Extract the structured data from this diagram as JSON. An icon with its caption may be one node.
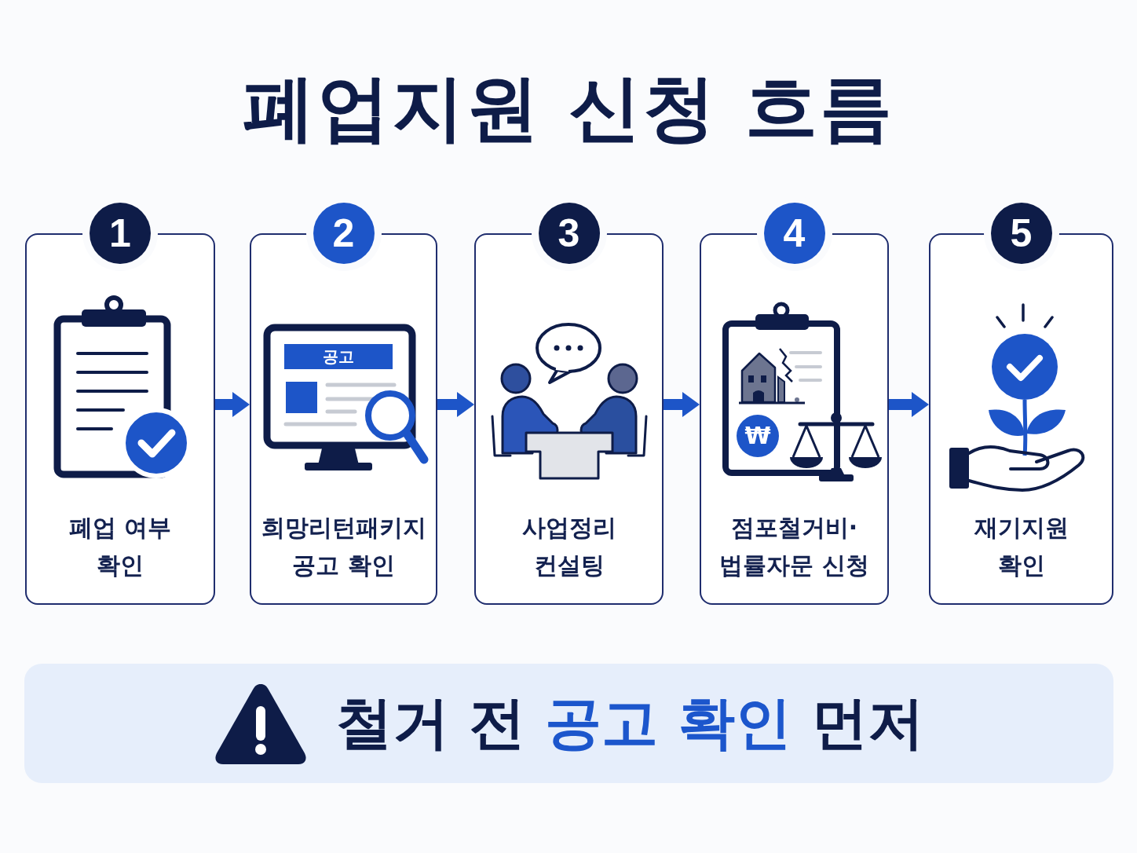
{
  "diagram": {
    "title": "폐업지원 신청 흐름",
    "nodes": [
      {
        "text": [
          "1",
          "폐업 여부 확인"
        ]
      },
      {
        "text": [
          "2",
          "공고",
          "희망리턴패키지 공고 확인"
        ]
      },
      {
        "text": [
          "3",
          "사업정리 컨설팅"
        ]
      },
      {
        "text": [
          "4",
          "₩",
          "점포철거비· 법률자문 신청"
        ]
      },
      {
        "text": [
          "5",
          "재기지원 확인"
        ]
      },
      {
        "text": [
          "철거 전 **공고 확인** 먼저"
        ]
      }
    ],
    "edges": [
      {
        "from": 0,
        "to": 1,
        "arrow": "to"
      },
      {
        "from": 1,
        "to": 2,
        "arrow": "to"
      },
      {
        "from": 2,
        "to": 3,
        "arrow": "to"
      },
      {
        "from": 3,
        "to": 4,
        "arrow": "to"
      }
    ]
  }
}
